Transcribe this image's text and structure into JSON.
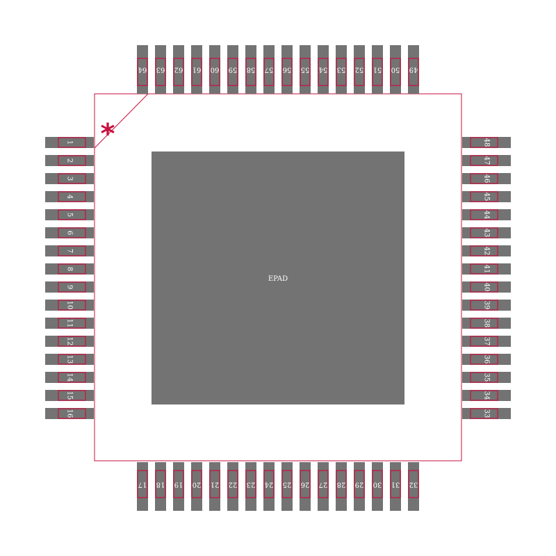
{
  "colors": {
    "background": "#ffffff",
    "pad_fill": "#737373",
    "outline": "#c8103e",
    "label": "#ffffff"
  },
  "package": {
    "epad_label": "EPAD",
    "pin1_marker": "*"
  },
  "pins": {
    "left": [
      "1",
      "2",
      "3",
      "4",
      "5",
      "6",
      "7",
      "8",
      "9",
      "10",
      "11",
      "12",
      "13",
      "14",
      "15",
      "16"
    ],
    "bottom": [
      "17",
      "18",
      "19",
      "20",
      "21",
      "22",
      "23",
      "24",
      "25",
      "26",
      "27",
      "28",
      "29",
      "30",
      "31",
      "32"
    ],
    "right": [
      "33",
      "34",
      "35",
      "36",
      "37",
      "38",
      "39",
      "40",
      "41",
      "42",
      "43",
      "44",
      "45",
      "46",
      "47",
      "48"
    ],
    "top": [
      "49",
      "50",
      "51",
      "52",
      "53",
      "54",
      "55",
      "56",
      "57",
      "58",
      "59",
      "60",
      "61",
      "62",
      "63",
      "64"
    ]
  }
}
